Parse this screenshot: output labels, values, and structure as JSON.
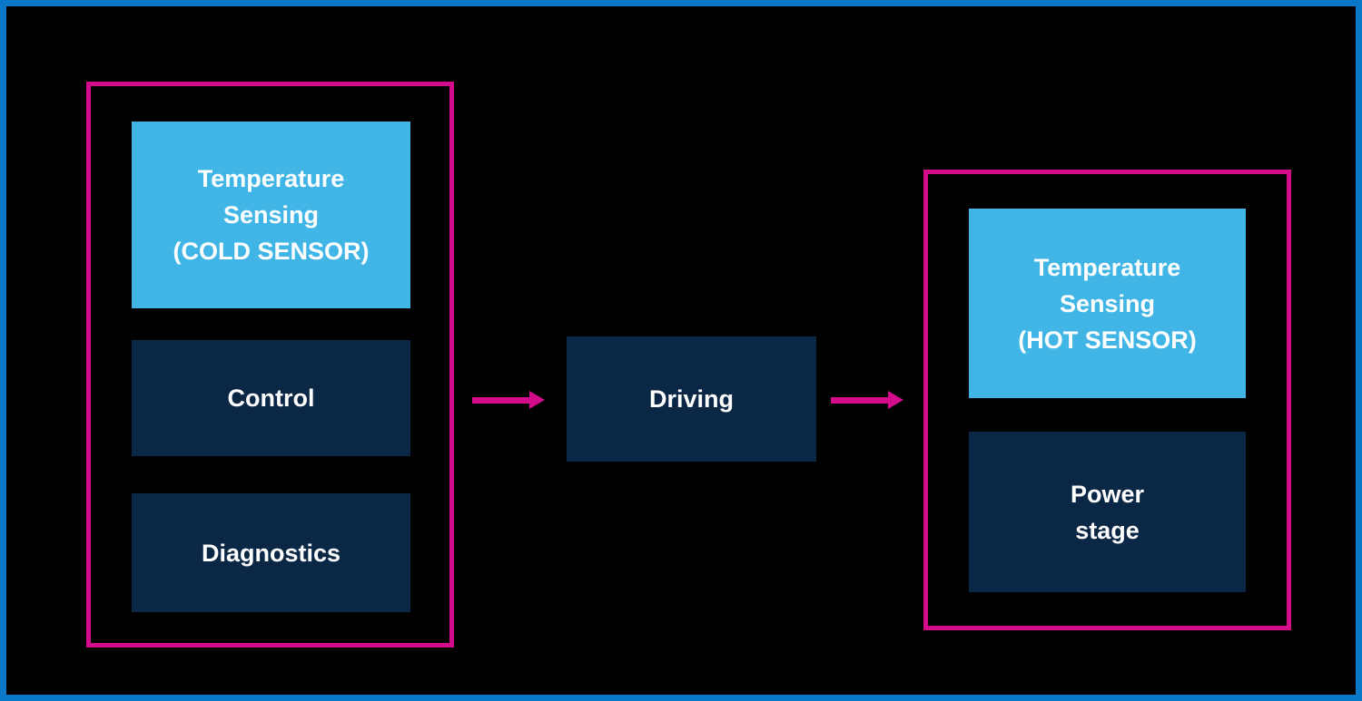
{
  "diagram": {
    "title": "heater-driver-block-diagram",
    "colors": {
      "background": "#000000",
      "outer_frame": "#0a78c8",
      "group_border": "#d30c8c",
      "arrow": "#d30c8c",
      "sensor_box": "#41b6e6",
      "function_box": "#0a2745",
      "text": "#ffffff"
    },
    "left_group": {
      "boxes": [
        {
          "label": "Temperature\nSensing\n(COLD SENSOR)",
          "style": "light"
        },
        {
          "label": "Control",
          "style": "dark"
        },
        {
          "label": "Diagnostics",
          "style": "dark"
        }
      ]
    },
    "center": {
      "driving_label": "Driving"
    },
    "right_group": {
      "boxes": [
        {
          "label": "Temperature\nSensing\n(HOT SENSOR)",
          "style": "light"
        },
        {
          "label": "Power\nstage",
          "style": "dark"
        }
      ]
    },
    "connections": [
      {
        "from": "cold-side-group",
        "to": "driving-box"
      },
      {
        "from": "driving-box",
        "to": "hot-side-group"
      }
    ]
  }
}
